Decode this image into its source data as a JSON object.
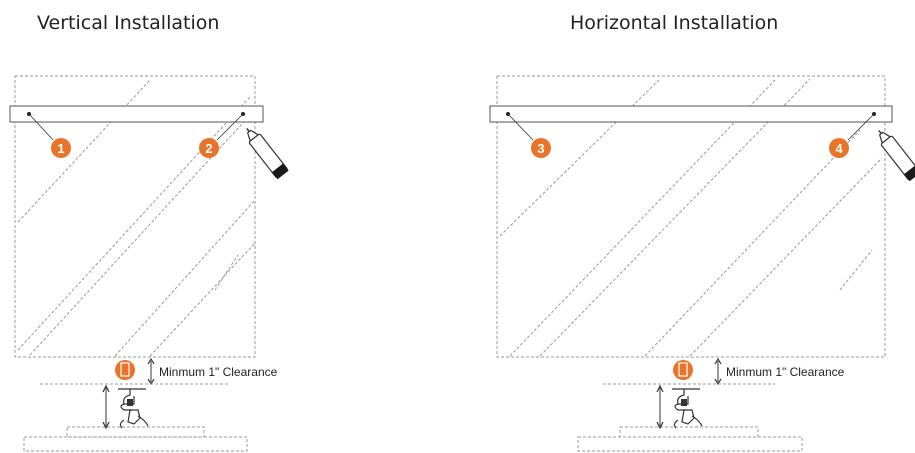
{
  "colors": {
    "accent": "#e8742a",
    "line": "#9a9a9a",
    "text": "#222222"
  },
  "panels": [
    {
      "title": "Vertical Installation",
      "markers": [
        "1",
        "2"
      ],
      "level_marker": "",
      "clearance_text": "Minmum  1\"  Clearance",
      "tool_icon": "marker-pen-icon",
      "level_icon": "level-icon"
    },
    {
      "title": "Horizontal Installation",
      "markers": [
        "3",
        "4"
      ],
      "level_marker": "",
      "clearance_text": "Minmum  1\"  Clearance",
      "tool_icon": "marker-pen-icon",
      "level_icon": "level-icon"
    }
  ]
}
